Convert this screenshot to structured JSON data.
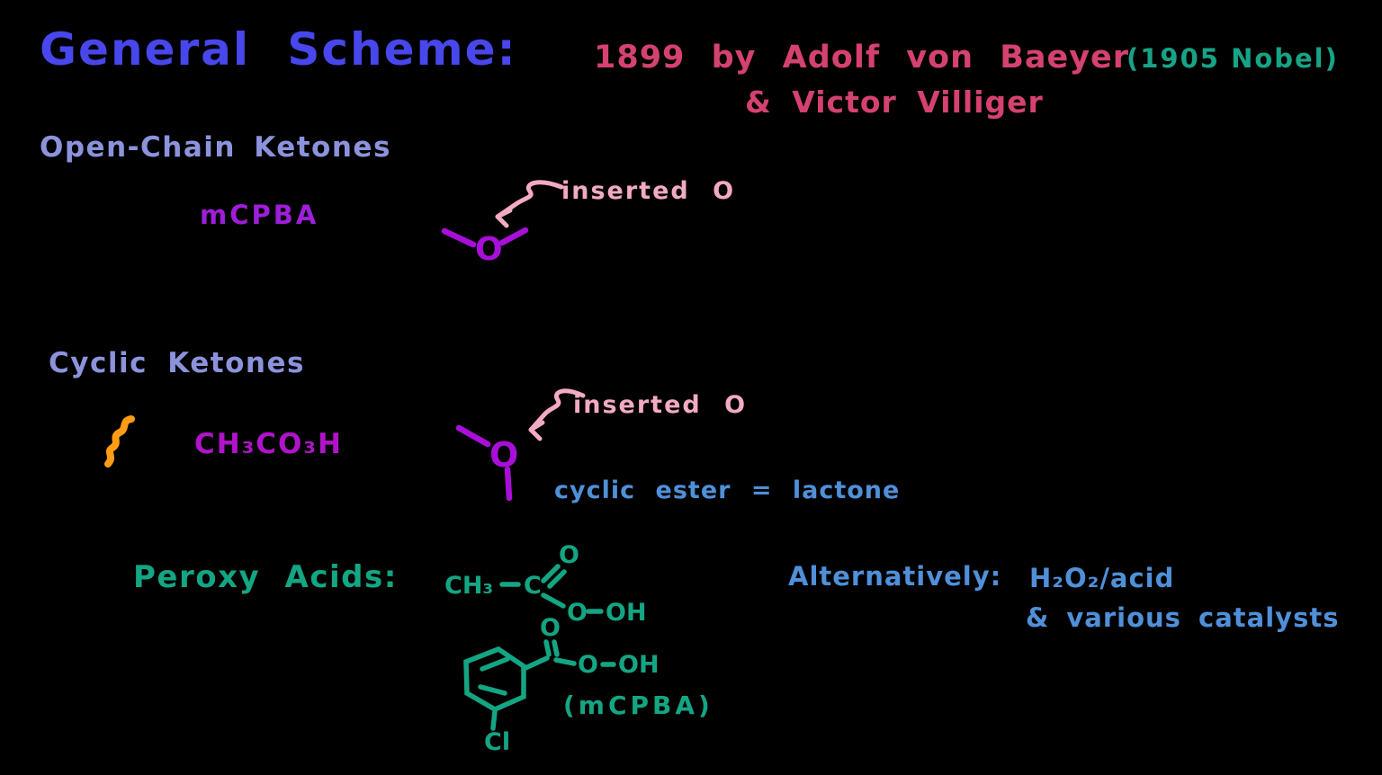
{
  "colors": {
    "background": "#000000",
    "title_blue": "#4847ec",
    "credit_pink": "#d5426f",
    "nobel_teal": "#17a385",
    "label_periwinkle": "#8c93dc",
    "reagent_purple": "#9e1ed9",
    "reagent_magenta": "#b013c9",
    "structure_purple": "#a80fd8",
    "annotation_pink": "#f3aac3",
    "note_blue": "#4f90d9",
    "peroxy_green": "#14a583",
    "highlight_orange": "#ff9d15"
  },
  "header": {
    "title": "General Scheme:",
    "credit_line1": "1899 by Adolf von Baeyer",
    "nobel_note": "(1905 Nobel)",
    "credit_line2": "& Victor Villiger"
  },
  "open_chain": {
    "label": "Open-Chain Ketones",
    "reagent": "mCPBA",
    "inserted_note": "inserted O",
    "structure": {
      "oxygen": "O"
    }
  },
  "cyclic": {
    "label": "Cyclic Ketones",
    "reagent": "CH₃CO₃H",
    "inserted_note": "inserted O",
    "product_note": "cyclic ester = lactone",
    "structure": {
      "oxygen": "O"
    }
  },
  "peroxy": {
    "label": "Peroxy Acids:",
    "peracetic": {
      "methyl": "CH₃",
      "carbon": "C",
      "carbonyl_oxygen": "O",
      "peroxide_oxygen": "O",
      "hydroxyl": "OH"
    },
    "mcpba": {
      "carbonyl_oxygen": "O",
      "peroxide_oxygen": "O",
      "hydroxyl": "OH",
      "chlorine": "Cl",
      "caption": "(mCPBA)"
    }
  },
  "alternative": {
    "intro": "Alternatively:",
    "reagent": "H₂O₂/acid",
    "extra": "& various catalysts"
  }
}
